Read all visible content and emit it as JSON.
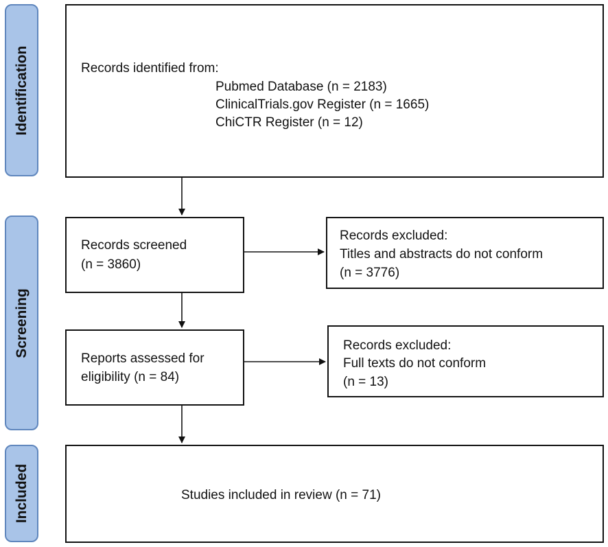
{
  "phases": {
    "identification": "Identification",
    "screening": "Screening",
    "included": "Included"
  },
  "identification": {
    "heading": "Records identified from:",
    "sources": [
      "Pubmed Database (n = 2183)",
      "ClinicalTrials.gov Register (n = 1665)",
      "ChiCTR Register (n = 12)"
    ]
  },
  "screening": {
    "screened": {
      "line1": "Records screened",
      "line2": "(n = 3860)"
    },
    "excluded1": {
      "line1": "Records excluded:",
      "line2": "Titles and abstracts do not conform",
      "line3": "(n = 3776)"
    },
    "assessed": {
      "line1": "Reports assessed for",
      "line2": "eligibility (n = 84)"
    },
    "excluded2": {
      "line1": "Records excluded:",
      "line2": "Full texts do not conform",
      "line3": "(n = 13)"
    }
  },
  "included": {
    "studies": "Studies included in review (n = 71)"
  },
  "colors": {
    "phase_fill": "#a9c4e8",
    "phase_border": "#5f86bd",
    "box_border": "#111111"
  }
}
